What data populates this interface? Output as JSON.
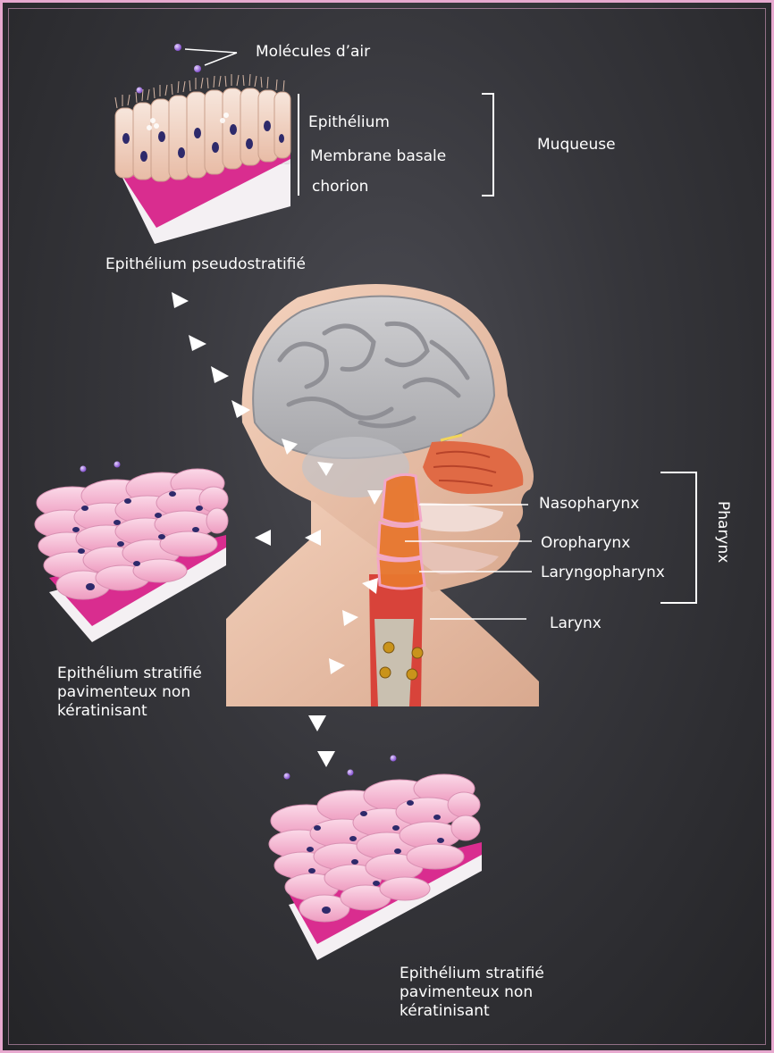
{
  "title_block": {
    "air_molecules": "Molécules d’air"
  },
  "top_tissue": {
    "caption": "Epithélium pseudostratifié",
    "layer_epithelium": "Epithélium",
    "layer_basal_membrane": "Membrane basale",
    "layer_chorion": "chorion",
    "group_label": "Muqueuse"
  },
  "head": {
    "nasopharynx": "Nasopharynx",
    "oropharynx": "Oropharynx",
    "laryngopharynx": "Laryngopharynx",
    "larynx": "Larynx",
    "group_label": "Pharynx"
  },
  "left_tissue": {
    "caption_lines": [
      "Epithélium stratifié",
      "pavimenteux non",
      "kératinisant"
    ]
  },
  "bottom_tissue": {
    "caption_lines": [
      "Epithélium stratifié",
      "pavimenteux non",
      "kératinisant"
    ]
  },
  "colors": {
    "frame": "#e7a9cf",
    "background": "#36363b",
    "basal_layer": "#d92d8f",
    "chorion": "#f3eef3",
    "nucleus": "#2e2a6b",
    "air_molecule": "#8f5bd6",
    "pharynx_outline": "#f3a7c9",
    "pharynx_fill": "#e8772f"
  }
}
